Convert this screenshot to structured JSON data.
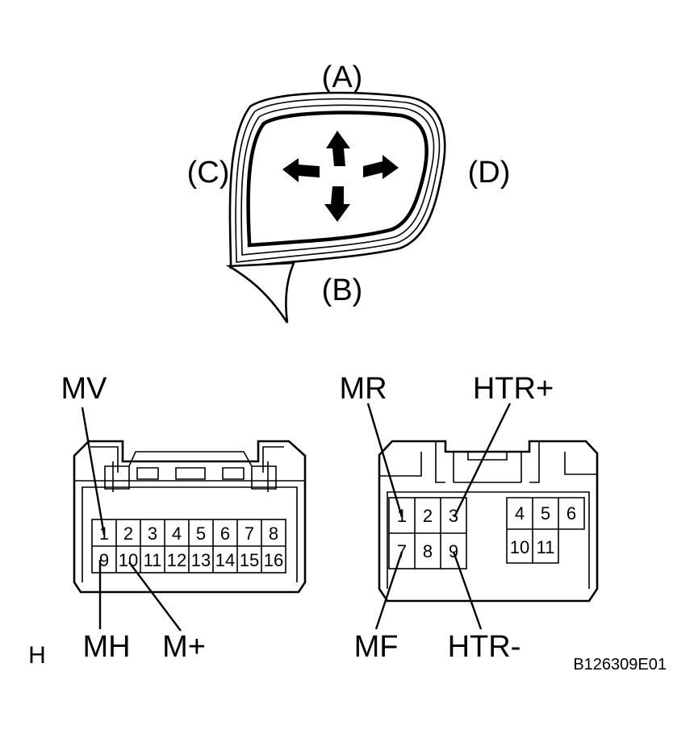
{
  "mirror": {
    "label_a": "(A)",
    "label_b": "(B)",
    "label_c": "(C)",
    "label_d": "(D)"
  },
  "left_connector": {
    "pins_top": [
      "1",
      "2",
      "3",
      "4",
      "5",
      "6",
      "7",
      "8"
    ],
    "pins_bottom": [
      "9",
      "10",
      "11",
      "12",
      "13",
      "14",
      "15",
      "16"
    ],
    "label_mv": "MV",
    "label_mh": "MH",
    "label_mplus": "M+",
    "corner_letter": "H"
  },
  "right_connector": {
    "pins_left_top": [
      "1",
      "2",
      "3"
    ],
    "pins_left_bottom": [
      "7",
      "8",
      "9"
    ],
    "pins_right_top": [
      "4",
      "5",
      "6"
    ],
    "pins_right_bottom": [
      "10",
      "11"
    ],
    "label_mr": "MR",
    "label_htr_plus": "HTR+",
    "label_mf": "MF",
    "label_htr_minus": "HTR-"
  },
  "figure_code": "B126309E01"
}
